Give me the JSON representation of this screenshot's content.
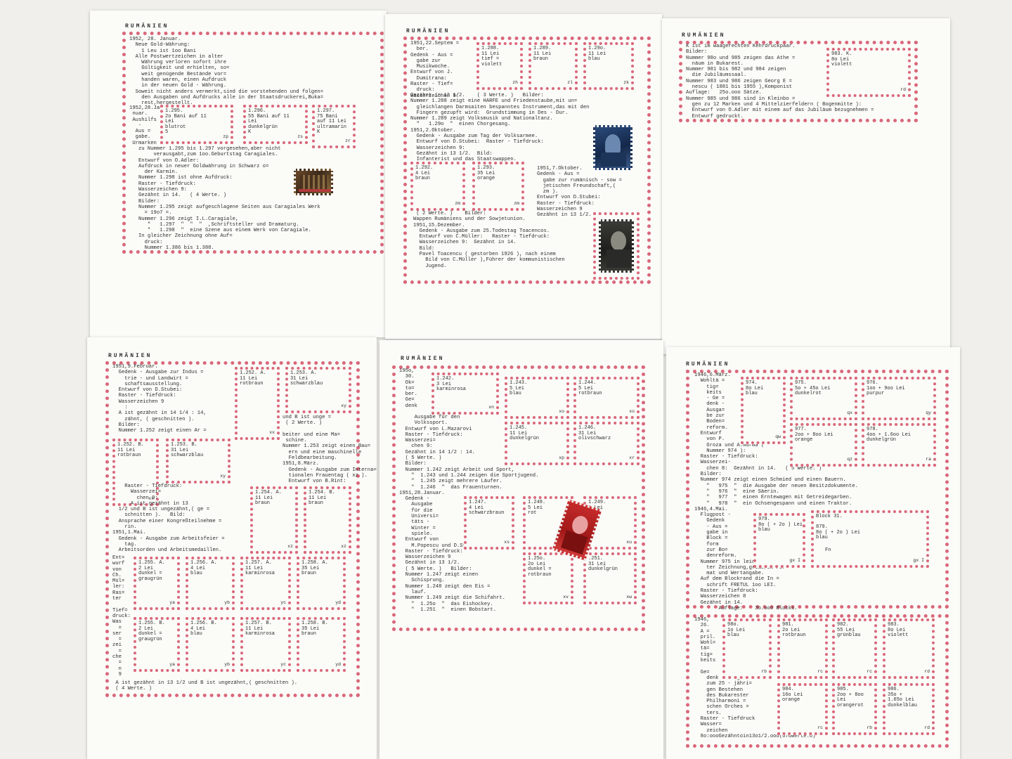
{
  "sheets": [
    {
      "header": "RUMÄNIEN",
      "text_a": "1952, 28. Januar.\n  Neue Gold-Währung:\n    1 Leu ist 1oo Bani\n  Alle Postwertzeichen in alter\n    Währung verloren sofort ihre\n    Gültigkeit und erhielten, so=\n    weit genügende Bestände vor=\n    handen waren, einen Aufdruck\n    in der neuen Gold - Währung.\n  Soweit nicht anders vermerkt,sind die vorstehenden und folgen=\n    den Ausgaben und Aufdrucks alle in der Staatsdruckerei,Buka=\n    rest,hergestellt.",
      "text_b": "1952,28.Ja=\n nuar.\n Aushilfs\n   -\n  Aus =\n  gabe.\n Urmarken\n   zu",
      "text_c": "      Nummer 1.295 bis 1.297 vorgesehen,aber nicht\n        verausgabt,zum 1oo.Geburtstag Caragiales.\n   Entwurf von O.Adler:\n   Aufdruck in neuer Goldwährung in Schwarz o=\n     der Karmin.\n   Nummer 1.298 ist ohne Aufdruck:\n   Raster - Tiefdruck:\n   Wasserzeichen 9:\n   Gezähnt in 14.   ( 4 Werte. )\n   Bilder:\n   Nummer 1.295 zeigt aufgeschlagene Seiten aus Caragiales Werk\n     = 19o7 =.\n   Nummer 1.296 zeigt I.L.Caragiale,\n      \"   1.297  \"  \"  \"  ,Schriftsteller und Dramaturg.\n      \"   1.298  \"  eine Szene aus einem Werk von Caragiale.\n   In gleicher Zeichnung ohne Auf=\n     druck:\n     Nummer 1.386 bis 1.388.",
      "boxes": [
        {
          "label": "1.295.\n2o Bani auf 11\nLei\nblutrot\n5",
          "code": "zp"
        },
        {
          "label": "1.296.\n55 Bani auf 11\nLei\ndunkelgrün\nK",
          "code": "zs"
        },
        {
          "label": "1.297.\n75 Bani\nauf 11 Lei\nultramarin\nK",
          "code": "zr"
        }
      ]
    },
    {
      "header": "RUMÄNIEN",
      "text_a": "1951,22.Septem =\n  ber.\nGedenk - Aus =\n  gabe zur\n  Musikwoche.\nEntwurf von J.\n  Dumitrana:\nRaster - Tief=\n  druck:\nWasserzeichen 9:",
      "text_b": "Gezähnt in 13 1/2.    ( 3 Werte. )   Bilder:\nNummer 1.288 zeigt eine HARFE und Friedenstaube,mit un=\n  gleichlangen Darmsaiten bespanntes Instrument,das mit den\n  Fingern gezupft wird:  Grundstimmung in Des - Dur.\nNummer 1.289 zeigt Volksmusik und Nationaltanz.\n  \"   1.29o  \"  einen Chorgesang.\n1951,2.Oktober.\n  Gedenk - Ausgabe zum Tag der Volksarmee.\n  Entwurf von D.Stubei:  Raster - Tiefdruck:\n  Wasserzeichen 9:\n  Gezähnt in 13 1/2.  Bild:\n  Infanterist und das Staatswappen.",
      "text_c": "1951,7.Oktober.\nGedenk - Aus =\n  gabe zur rumänisch - sow =\n  jetischen Freundschaft,(\n  zm ).\nEntwurf von D.Stubei:\nRaster - Tiefdruck:\nWasserzeichen 9\nGezähnt in 13 1/2.",
      "text_d": " ( 2 Werte. )    Bilder:\nWappen Rumäniens und der Sowjetunion.\n1951,15.Dezember.\n  Gedenk - Ausgabe zum 25.Todestag Toacencos.\n  Entwurf von C.Müller:   Raster - Tiefdruck:\n  Wasserzeichen 9:  Gezähnt in 14.\n  Bild:\n  Pavel Toacencu ( gestorben 1926 ), nach einem\n    Bild von C.Müller ),Führer der kommunistischen\n    Jugend.",
      "boxes": [
        {
          "label": "1.288.\n11 Lei\ntief =\nviolett",
          "code": "zh"
        },
        {
          "label": "1.289.\n11 Lei\nbraun",
          "code": "zl"
        },
        {
          "label": "1.29o.\n11 Lei\nblau",
          "code": "zk"
        },
        {
          "label": "1.292.\n4 Lei\nbraun",
          "code": "zm"
        },
        {
          "label": "1.293.\n35 Lei\norange",
          "code": "zm"
        }
      ]
    },
    {
      "header": "RUMÄNIEN",
      "text_a": "K ist im waagerechten Kehrdruckpaar.\nBilder:\nNummer 98o und 985 zeigen das Athe =\n  näum in Bukarest.\nNummer 981 bis 982 und 984 zeigen\n  die Jubiläumssaal.\nNummer 983 und 986 zeigen Georg E =\n  nescu ( 1881 bis 1955 ),Komponist\nAuflage:   25o.ooo Sätze.\nNummer 985 und 986 sind in Kleinbo =\n  gen zu 12 Marken und 4 Mittelzierfeldern ( Bogenmitte ):\n  Entwurf von O.Adler mit einem auf das Jubiläum bezugnehmen =\n  Entwurf gedruckt.",
      "boxes": [
        {
          "label": "983. K.\n8o Lei\nviolett",
          "code": "rd"
        }
      ]
    },
    {
      "header": "RUMÄNIEN",
      "text_a": "1951,9.Februar.\n  Gedenk - Ausgabe zur Indus =\n    trie - und Landwirt =\n    schaftsausstellung.\n  Entwurf von D.Stubei:\n  Raster - Tiefdruck:\n  Wasserzeichen 9\n    :\n  A ist gezähnt in 14 1/4 : 14,\n    zähnt, ( geschnitten ).\n  Bilder:\n  Nummer 1.252 zeigt einen Ar =",
      "text_b": "und B ist unge =\n ( 2 Werte. )\n\nbeiter und eine Ma=\n schine.\nNummer 1.253 zeigt einen Bau=\n  ern und eine maschinelle\n  Feldbearbeitung.\n1951,8.März.\n  Gedenk - Ausgabe zum Interna=\n  tionalen Frauentag ( xz ).\n  Entwurf von B.Rint:",
      "text_c": "    Raster - Tiefdruck:\n      Wasserzei=\n        chen 9:\n      A ist gezähnt in 13\n  1/2 und B ist ungezähnt,( ge =\n    schnitten ).   Bild:\n  Ansprache einer Kongreßteilnehme =\n    rin.\n1951,1.Mai.\n  Gedenk - Ausgabe zum Arbeitsfeier =\n    tag.\n  Arbeitsorden und Arbeitsmedaillen.",
      "text_d": " A ist gezähnt in 13 1/2 und B ist ungezähnt,( geschnitten ).\n ( 4 Werte. )",
      "boxes": [
        {
          "label": "1.252. A.\n11 Lei\nrotbraun",
          "code": "xx"
        },
        {
          "label": "1.253. A.\n31 Lei\nschwarzblau",
          "code": "xy"
        },
        {
          "label": "1.252. B.\n11 Lei\nrotbraun",
          "code": "xx"
        },
        {
          "label": "1.253. B.\n31 Lei\nschwarzblau",
          "code": "xy"
        },
        {
          "label": "1.254. A.\n11 Lei\nbraun",
          "code": "xz"
        },
        {
          "label": "1.254. B.\n11 Lei\nbraun",
          "code": "xz"
        },
        {
          "label": "1.255. A.\n2 Lei\ndunkel =\ngraugrün",
          "code": "ya"
        },
        {
          "label": "1.256. A.\n4 Lei\nblau",
          "code": "yb"
        },
        {
          "label": "1.257. A.\n11 Lei\nkarminrosa",
          "code": "yc"
        },
        {
          "label": "1.258. A.\n35 Lei\nbraun",
          "code": "yd"
        },
        {
          "label": "1.255. B.\n2 Lei\ndunkel =\ngraugrün",
          "code": "ya"
        },
        {
          "label": "1.256. B.\n4 Lei\nblau",
          "code": "yb"
        },
        {
          "label": "1.257. B.\n11 Lei\nkarminrosa",
          "code": "yc"
        },
        {
          "label": "1.258. B.\n35 Lei\nbraun",
          "code": "yd"
        }
      ]
    },
    {
      "header": "RUMÄNIEN",
      "text_a": "195o,\n  30.\n  Ok=\n  to=\n  ber.\n  Ge=\n  denk",
      "text_b": "     Ausgabe für den\n     Volkssport.\n  Entwurf von L.Mazarovi\n  Raster - Tiefdruck:\n  Wasserzei=\n    chen 9:\n  Gezähnt in 14 1/2 : 14.\n  ( 5 Werte. )\n  Bilder:\n  Nummer 1.242 zeigt Arbeit und Sport,\n    \"  1.243 und 1.244 zeigen die Sportjugend.\n    \"  1.245 zeigt mehrere Läufer.\n    \"  1.246  \"  das Frauenturnen.\n1951,28.Januar.\n  Gedenk -\n    Ausgabe\n    für die\n    Universi=\n    täts -\n    Winter =\n    spiele.\n  Entwurf von\n    M.Popescu und D.Stubei:\n  Raster - Tiefdruck:\n  Wasserzeichen 9\n  Gezähnt in 13 1/2.\n  ( 5 Werte. )   Bilder:\n  Nummer 1.247 zeigt einen\n    Schisprung.\n  Nummer 1.248 zeigt den Eis =\n    lauf.\n  Nummer 1.249 zeigt die Schifahrt.\n    \"  1.25o  \"  das Eishockey.\n    \"  1.251  \"  einen Bobstart.",
      "boxes": [
        {
          "label": "1.242.\n3 Lei\nkarminrosa",
          "code": "xn"
        },
        {
          "label": "1.243.\n5 Lei\nblau",
          "code": "xo"
        },
        {
          "label": "1.244.\n5 Lei\nrotbraun",
          "code": "xo"
        },
        {
          "label": "1.245.\n11 Lei\ndunkelgrün",
          "code": "xp"
        },
        {
          "label": "1.246.\n31 Lei\nolivschwarz",
          "code": "xr"
        },
        {
          "label": "1.247.\n4 Lei\nschwarzbraun",
          "code": "xs"
        },
        {
          "label": "1.248.\n5 Lei\nrot",
          "code": "xt"
        },
        {
          "label": "1.249.\n1 Lei\nblau",
          "code": "xu"
        },
        {
          "label": "1.25o.\n2o Lei\ndunkel =\nrotbraun",
          "code": "xv"
        },
        {
          "label": ".251.\n31 Lei\ndunkelgrün",
          "code": "xw"
        }
      ]
    },
    {
      "header": "RUMÄNIEN",
      "text_a": "1946,6.März.\n  Wohltä =\n    tig=\n    keits\n    - Ge =\n    denk -\n    Ausga=\n    be zur\n    Boden=\n    reform.\n  Entwurf\n    von P.\n    Groza und A.Nurma (\n    Nummer 974 ):\n  Raster - Tiefdruck:\n  Wasserzei-\n    chen 8:  Gezähnt in 14.   ( 5 Werte. )\n  Bilder:\n  Nummer 974 zeigt einen Schmied und einen Bauern.\n    \"   975  \"  die Ausgabe der neuen Besitzdokumente.\n    \"   976  \"  eine Säerin.\n    \"   977  \"  einen Erntewagen mit Getreidegarben.\n    \"   978  \"  ein Ochsengespann und einen Traktor.\n1946,4.Mai.\n  Flugpost -\n    Gedenk\n    - Aus =\n    gabe in\n    Block =\n    form\n    zur Bo=\n    denreform.\n  Nummer 975 in leicht geänder=\n    ter Zeichnung,größerem For=\n    mat und Wertangabe.\n  Auf dem Blockrand die In =\n    schrift FRETUL 1oo LEI.\n  Raster - Tiefdruck:\n  Wasserzeichen 8\n  Gezähnt in 14.\n        Auflage:    3o.ooo Blocks.",
      "text_b": "1946,\n  26.\n  A =\n  pril.\n  Wohl=\n  tä=\n  tig=\n  keits\n\n  Ge=\n    denk - Ausgabe\n    zum 25 - jähri=\n    gen Bestehen\n    des Bukarester\n    Philharmoni =\n    schen Orches =\n    ters.\n  Raster - Tiefdruck\n  Wasser=\n    zeichen\n  8o:oooGezähntoin13o1/2.ooo(o7oWerte.o)",
      "boxes": [
        {
          "label": "974.\n8o Lei\nblau",
          "code": "qw"
        },
        {
          "label": "975.\n5o + 45o Lei\ndunkelrot",
          "code": "qx"
        },
        {
          "label": "976.\n1oo + 9oo Lei\npurpur",
          "code": "qy"
        },
        {
          "label": "977.\n2oo + 8oo Lei\norange",
          "code": "qz"
        },
        {
          "label": "978.\n4oo + 1.6oo Lei\ndunkelgrün",
          "code": "ra"
        },
        {
          "label": "979.\n8o ( + 2o ) Lei\nblau",
          "code": "gx I"
        },
        {
          "label": "Block 31.\n\n879.\n8o ( + 2o ) Lei\nblau",
          "code": "gx I"
        },
        {
          "label": "98o.\n1o Lei\nblau",
          "code": "rb"
        },
        {
          "label": "981.\n2o Lei\nrotbraun",
          "code": "rc"
        },
        {
          "label": "982.\n55 Lei\ngrünblau",
          "code": "rc"
        },
        {
          "label": "983.\n8o Lei\nviolett",
          "code": "rd"
        },
        {
          "label": "984.\n16o Lei\norange",
          "code": "rc"
        },
        {
          "label": "985.\n2oo + 8oo\nLei\norangerot",
          "code": "rb"
        },
        {
          "label": "986.\n35o +\n1.65o Lei\ndunkelblau",
          "code": "rd"
        }
      ]
    }
  ],
  "block_code": "Fn",
  "colors": {
    "frame": "#d9687a",
    "paper": "#fbfbf8",
    "background": "#f0efeb"
  }
}
